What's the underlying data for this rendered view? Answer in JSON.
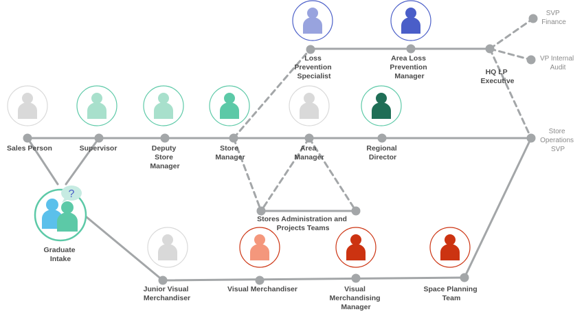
{
  "colors": {
    "line": "#a3a6a8",
    "node": "#a3a6a8",
    "label": "#4a4a4a",
    "label_muted": "#8a8a8a",
    "gray_person": "#d9d9d9",
    "mint_person": "#a8e0cc",
    "teal_person": "#5cc9a7",
    "dark_green_person": "#1f6e56",
    "lavender_person": "#98a3de",
    "blue_person": "#4a5ec8",
    "salmon_person": "#f4977c",
    "orange_red_person": "#cc3311",
    "graduate_blue": "#5bc0eb",
    "graduate_green": "#5cc9a7",
    "question_bubble": "#c6ebe2"
  },
  "roles": {
    "sales_person": "Sales Person",
    "supervisor": "Supervisor",
    "deputy_store_manager": [
      "Deputy",
      "Store",
      "Manager"
    ],
    "store_manager": [
      "Store",
      "Manager"
    ],
    "area_manager": [
      "Area",
      "Manager"
    ],
    "regional_director": [
      "Regional",
      "Director"
    ],
    "store_operations_svp": [
      "Store",
      "Operations",
      "SVP"
    ],
    "loss_prevention_specialist": [
      "Loss",
      "Prevention",
      "Specialist"
    ],
    "area_loss_prevention_manager": [
      "Area Loss",
      "Prevention",
      "Manager"
    ],
    "hq_lp_executive": [
      "HQ LP",
      "Executive"
    ],
    "svp_finance": [
      "SVP",
      "Finance"
    ],
    "vp_internal_audit": [
      "VP Internal",
      "Audit"
    ],
    "stores_admin_projects": [
      "Stores Administration and",
      "Projects Teams"
    ],
    "graduate_intake": [
      "Graduate",
      "Intake"
    ],
    "junior_visual_merchandiser": [
      "Junior Visual",
      "Merchandiser"
    ],
    "visual_merchandiser": "Visual Merchandiser",
    "visual_merchandising_manager": [
      "Visual",
      "Merchandising",
      "Manager"
    ],
    "space_planning_team": [
      "Space Planning",
      "Team"
    ]
  },
  "question_mark": "?"
}
